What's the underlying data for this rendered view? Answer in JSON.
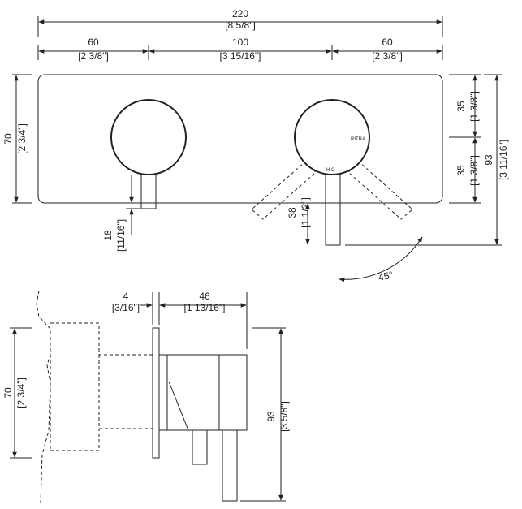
{
  "front_view": {
    "overall_width": {
      "mm": "220",
      "inch": "[8 5/8\"]"
    },
    "left_segment": {
      "mm": "60",
      "inch": "[2 3/8\"]"
    },
    "middle_segment": {
      "mm": "100",
      "inch": "[3 15/16\"]"
    },
    "right_segment": {
      "mm": "60",
      "inch": "[2 3/8\"]"
    },
    "plate_height": {
      "mm": "70",
      "inch": "[2 3/4\"]"
    },
    "upper_half": {
      "mm": "35",
      "inch": "[1 3/8\"]"
    },
    "lower_half": {
      "mm": "35",
      "inch": "[1 3/8\"]"
    },
    "total_height": {
      "mm": "93",
      "inch": "[3 11/16\"]"
    },
    "stem_left": {
      "mm": "18",
      "inch": "[11/16\"]"
    },
    "stem_right": {
      "mm": "38",
      "inch": "[1 1/2\"]"
    },
    "rotation_angle": "45°",
    "brand_mark": "RITRA",
    "hot_cold": "H  C"
  },
  "side_view": {
    "plate_thickness": {
      "mm": "4",
      "inch": "[3/16\"]"
    },
    "body_depth": {
      "mm": "46",
      "inch": "[1 13/16\"]"
    },
    "wall_height": {
      "mm": "70",
      "inch": "[2 3/4\"]"
    },
    "total_height": {
      "mm": "93",
      "inch": "[3 5/8\"]"
    }
  }
}
